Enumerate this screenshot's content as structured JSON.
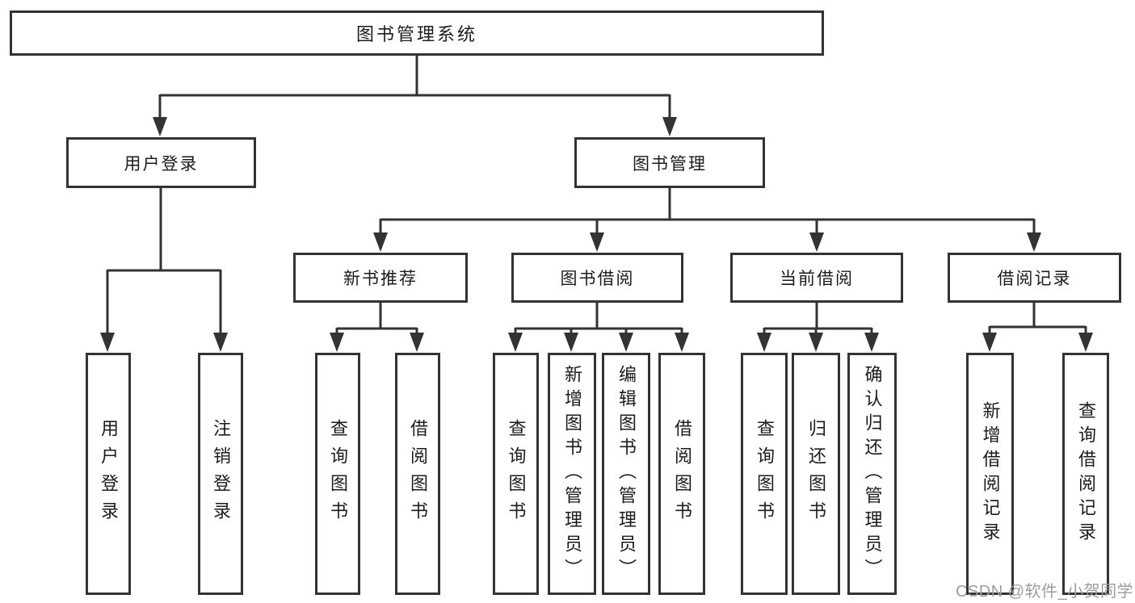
{
  "diagram": {
    "title": "图书管理系统",
    "type": "functional-structure-tree",
    "colors": {
      "line": "#333333",
      "box_border": "#333333",
      "text": "#1c1c1c",
      "watermark": "#9c9c9c",
      "background": "#ffffff"
    },
    "nodes": {
      "root": "图书管理系统",
      "user_login": "用户登录",
      "book_management": "图书管理",
      "new_book_recommend": "新书推荐",
      "book_borrowing": "图书借阅",
      "current_borrowing": "当前借阅",
      "borrowing_records": "借阅记录",
      "leaf_login": "用户登录",
      "leaf_logout": "注销登录",
      "nb_query_books": "查询图书",
      "nb_borrow_books": "借阅图书",
      "bb_query_books": "查询图书",
      "bb_add_books": "新增图书（管理员）",
      "bb_edit_books": "编辑图书（管理员）",
      "bb_borrow_books": "借阅图书",
      "cb_query_books": "查询图书",
      "cb_return_books": "归还图书",
      "cb_confirm_return": "确认归还（管理员）",
      "br_add_record": "新增借阅记录",
      "br_query_record": "查询借阅记录"
    },
    "hierarchy": {
      "图书管理系统": {
        "用户登录": [
          "用户登录",
          "注销登录"
        ],
        "图书管理": {
          "新书推荐": [
            "查询图书",
            "借阅图书"
          ],
          "图书借阅": [
            "查询图书",
            "新增图书（管理员）",
            "编辑图书（管理员）",
            "借阅图书"
          ],
          "当前借阅": [
            "查询图书",
            "归还图书",
            "确认归还（管理员）"
          ],
          "借阅记录": [
            "新增借阅记录",
            "查询借阅记录"
          ]
        }
      }
    },
    "watermark": "CSDN @软件_小贺同学"
  }
}
